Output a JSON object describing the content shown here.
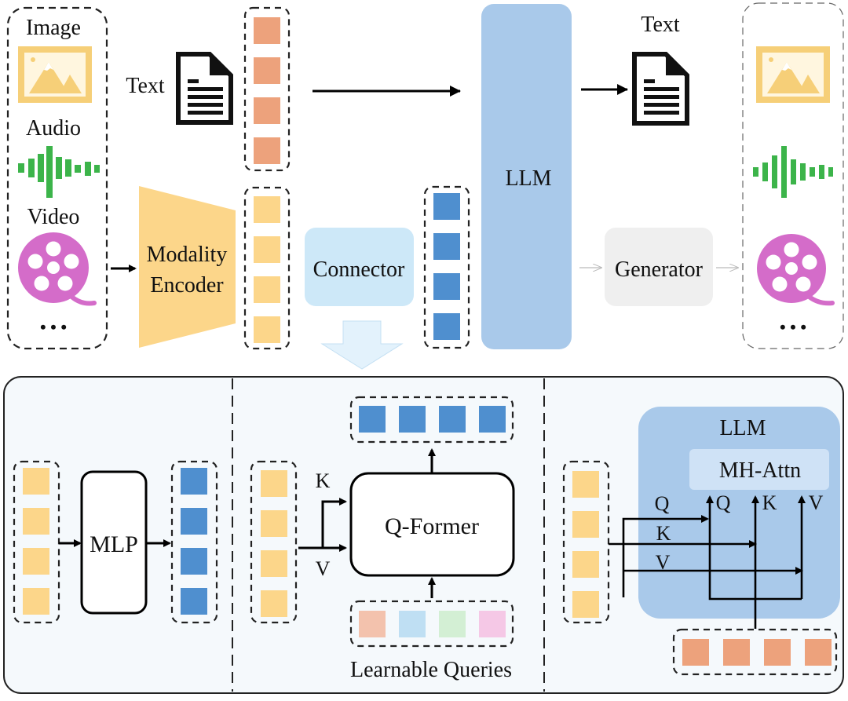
{
  "top": {
    "inputs": {
      "image_label": "Image",
      "audio_label": "Audio",
      "video_label": "Video",
      "ellipsis": "• • •",
      "icons": [
        "image-icon",
        "audio-waveform-icon",
        "video-reel-icon"
      ]
    },
    "text_input_label": "Text",
    "modality_encoder_label": [
      "Modality",
      "Encoder"
    ],
    "connector_label": "Connector",
    "llm_label": "LLM",
    "text_output_label": "Text",
    "generator_label": "Generator",
    "outputs": {
      "ellipsis": "• • •",
      "icons": [
        "image-icon",
        "audio-waveform-icon",
        "video-reel-icon"
      ]
    }
  },
  "bottom": {
    "mlp": {
      "label": "MLP"
    },
    "qformer": {
      "label": "Q-Former",
      "k_label": "K",
      "v_label": "V",
      "queries_label": "Learnable Queries"
    },
    "cross_attn": {
      "llm_label": "LLM",
      "mhattn_label": "MH-Attn",
      "in_labels": [
        "Q",
        "K",
        "V"
      ],
      "out_labels": [
        "Q",
        "K",
        "V"
      ]
    }
  },
  "colors": {
    "text_token": "#eda27c",
    "modal_token": "#fcd68a",
    "llm_token": "#4f8fcf",
    "llm_box": "#a9c9ea",
    "connector_box": "#cde8f8",
    "generator_box": "#efefef",
    "encoder": "#fcd68a",
    "image_icon": "#f6cf78",
    "audio_icon": "#3cb44a",
    "video_icon": "#d46cc9",
    "query_colors": [
      "#f3c2ad",
      "#bfdff3",
      "#d3efd4",
      "#f5c8e6"
    ],
    "panel_bg": "#f5f9fc"
  }
}
